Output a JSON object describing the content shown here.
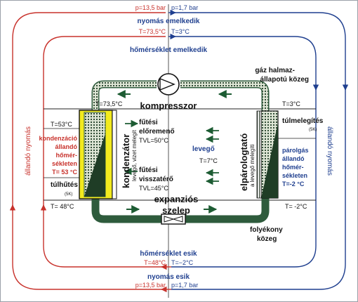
{
  "labels": {
    "p_high_top": "p=13,5 bar",
    "p_low_top": "p=1,7 bar",
    "pressure_rises": "nyomás emelkedik",
    "t_high_top": "T=73,5°C",
    "t_low_top": "T=3°C",
    "temp_rises": "hőmérséklet emelkedik",
    "gas_state_1": "gáz halmaz-",
    "gas_state_2": "állapotú közeg",
    "t_cond_in": "T=73,5°C",
    "compressor": "kompresszor",
    "t_evap_out": "T=3°C",
    "t_cond_mid": "T=53°C",
    "heating_flow_1": "fűtési",
    "heating_flow_2": "előremenő",
    "heating_flow_tvl": "TVL=50°C",
    "superheat": "túlmelegítés",
    "superheat_k": "(5K)",
    "condenser": "kondenzátor",
    "condenser_sub": "levegő, vizet melegít",
    "evaporator": "elpárologtató",
    "evaporator_sub": "a levegő melegíti",
    "air": "levegő",
    "t_air": "T=7°C",
    "cond_const_1": "kondenzáció",
    "cond_const_2": "állandó",
    "cond_const_3": "hőmér-",
    "cond_const_4": "sékleten",
    "cond_const_5": "T= 53 °C",
    "evap_const_1": "párolgás",
    "evap_const_2": "állandó",
    "evap_const_3": "hőmér-",
    "evap_const_4": "sékleten",
    "evap_const_5": "T=-2 °C",
    "heating_return_1": "fűtési",
    "heating_return_2": "visszatérő",
    "heating_return_tvl": "TVL=45°C",
    "subcool": "túlhűtés",
    "subcool_k": "(5K)",
    "t_cond_out": "T= 48°C",
    "expansion_1": "expanziós",
    "expansion_2": "szelep",
    "t_evap_in": "T= -2°C",
    "liquid_1": "folyékony",
    "liquid_2": "közeg",
    "temp_falls": "hőmérséklet esik",
    "t_high_bottom": "T=48°C",
    "t_low_bottom": "T=−2°C",
    "pressure_falls": "nyomás esik",
    "p_high_bottom": "p=13,5 bar",
    "p_low_bottom": "p=1,7 bar",
    "const_pressure_left": "állandó nyomás",
    "const_pressure_right": "állandó nyomás"
  },
  "colors": {
    "hot_side": "#c8322c",
    "cold_side": "#1f3f8f",
    "pipe": "#2e5b3c",
    "condenser_fill": "#f2ea1e",
    "arrow": "#1d5c33"
  }
}
